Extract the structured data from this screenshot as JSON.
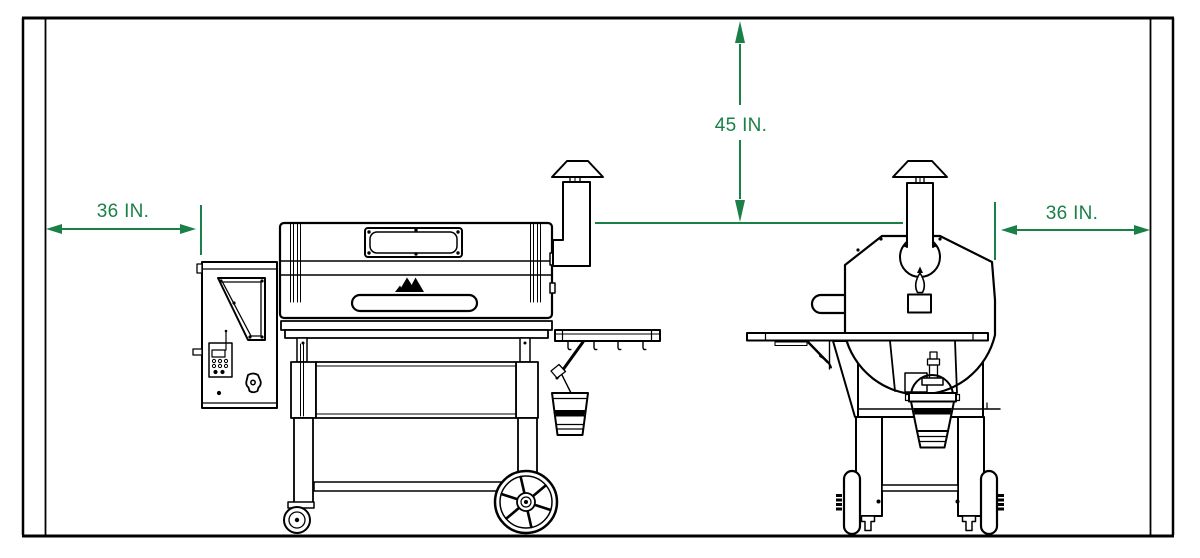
{
  "diagram": {
    "type": "grill-clearance-diagram",
    "views": [
      "side-view",
      "front-view"
    ],
    "dimensions": {
      "left_clearance": "36 IN.",
      "top_clearance": "45 IN.",
      "right_clearance": "36 IN."
    },
    "colors": {
      "dimension_green": "#1a8048",
      "line_black": "#000000",
      "background": "#ffffff"
    }
  }
}
